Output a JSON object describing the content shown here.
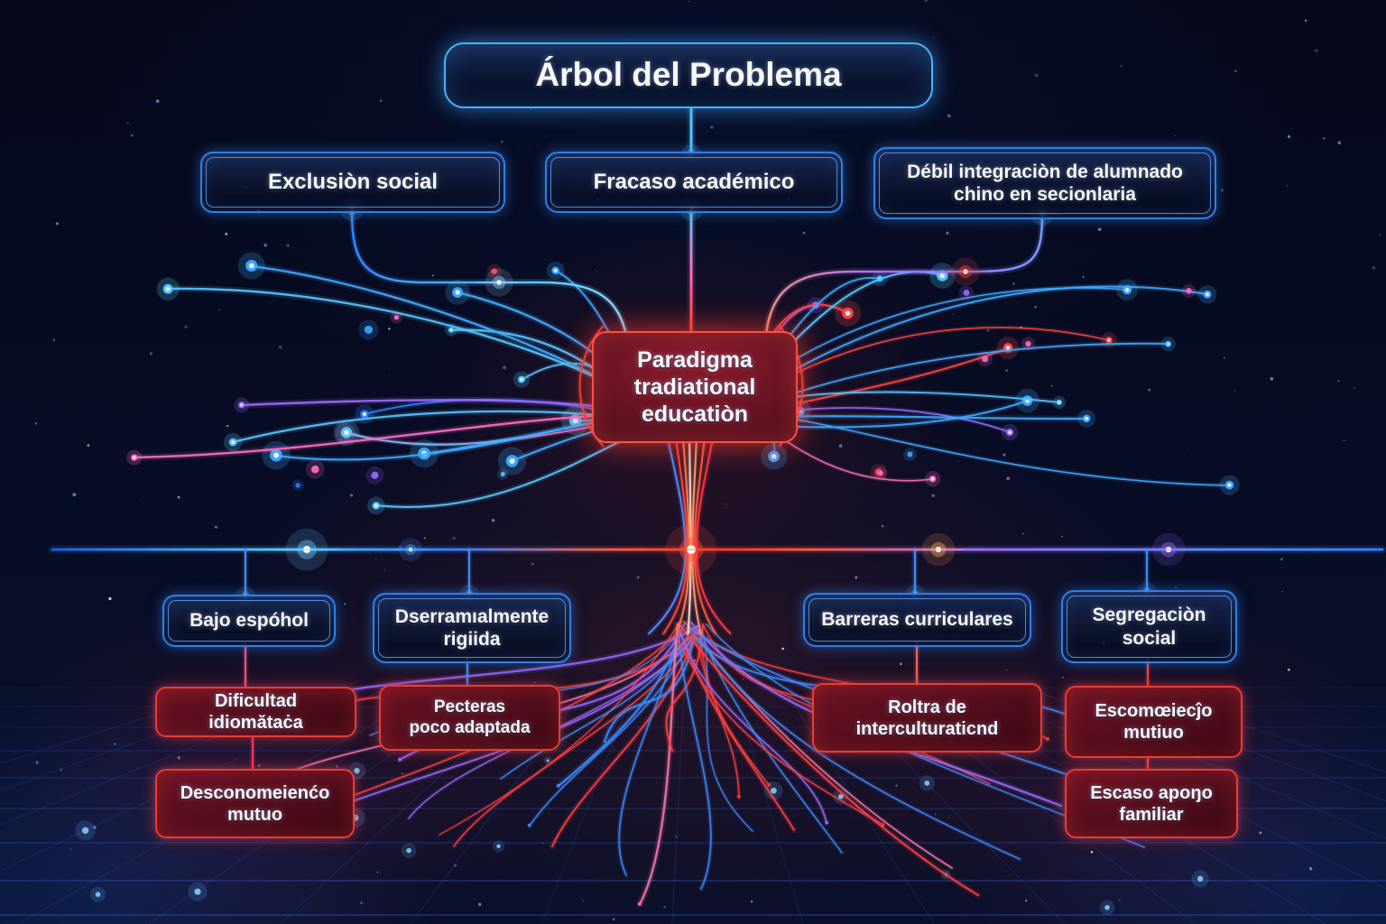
{
  "title": "Árbol del Problema",
  "tree": {
    "effects": [
      {
        "label": "Exclusiòn social"
      },
      {
        "label": "Fracaso académico"
      },
      {
        "label": "Débil integraciòn de alumnado\nchino en secionlaria"
      }
    ],
    "core_problem": {
      "label": "Paradigma\ntradiational\neducatiòn"
    },
    "causes_level_1": [
      {
        "label": "Bajo espóhol"
      },
      {
        "label": "Dserramıalmente\nrigiida"
      },
      {
        "label": "Barreras curriculares"
      },
      {
        "label": "Segregaciòn\nsocial"
      }
    ],
    "causes_level_2": [
      {
        "label": "Dificultad idiomătaċa"
      },
      {
        "label": "Pecteras\npoco adaptada"
      },
      {
        "label": "Roltra de\ninterculturaticnd"
      },
      {
        "label": "Escomœiecĵo\nmutiuo"
      }
    ],
    "causes_level_3": [
      {
        "label": "Desconomeienćo\nmutuo"
      },
      {
        "label": "Escaso apoŋo\nfamiliar"
      }
    ]
  },
  "colors": {
    "background": "#060a1c",
    "neon_blue": "#3fa9ff",
    "neon_cyan": "#55c8ff",
    "neon_red": "#ff4536",
    "neon_pink": "#ff6ec7",
    "neon_purple": "#9b6bff",
    "box_blue_border": "#2f7fe8",
    "box_red_border": "#ef3b2d",
    "grid_blue": "#2b5fd0",
    "text": "#f4f7ff"
  }
}
